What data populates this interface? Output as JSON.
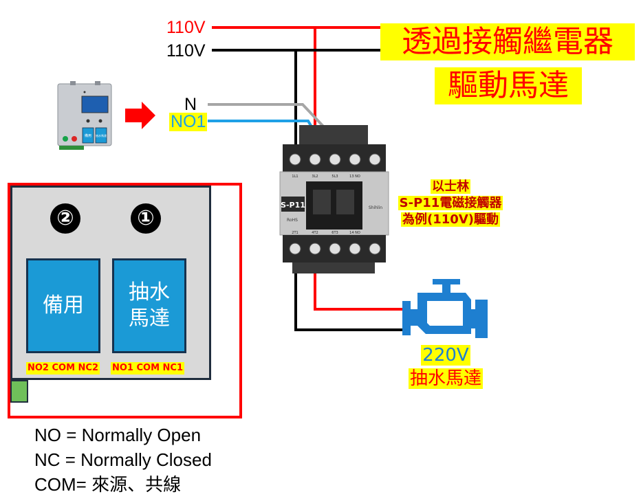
{
  "wires": {
    "red_110v": "110V",
    "black_110v": "110V",
    "n": "N",
    "no1": "NO1"
  },
  "title": {
    "line1": "透過接觸繼電器",
    "line2": "驅動馬達"
  },
  "contactor": {
    "label_line1": "以士林",
    "label_line2": "S-P11電磁接觸器",
    "label_line3": "為例(110V)驅動",
    "model_plate": "S-P11",
    "brand_plate": "Shihlin",
    "rohs": "RoHS",
    "top_terminals": [
      "1L1",
      "3L2",
      "5L3",
      "13 NO"
    ],
    "bottom_terminals": [
      "2T1",
      "4T2",
      "6T3",
      "14 NO"
    ]
  },
  "controller": {
    "button_left": "備用",
    "button_right": "抽水馬達",
    "relay2_line1": "備用",
    "relay1_line1": "抽水",
    "relay1_line2": "馬達",
    "relay2_number": "②",
    "relay1_number": "①",
    "relay2_terminals": "NO2 COM NC2",
    "relay1_terminals": "NO1 COM NC1"
  },
  "motor": {
    "voltage": "220V",
    "name": "抽水馬達"
  },
  "legend": {
    "no": "NO = Normally Open",
    "nc": "NC = Normally Closed",
    "com": "COM= 來源、共線"
  },
  "colors": {
    "live_red": "#ff0000",
    "live_black": "#000000",
    "neutral_gray": "#a6a6a6",
    "signal_blue": "#1ea0e6",
    "highlight": "#ffff00",
    "relay_blue": "#1b9ad6",
    "motor_blue": "#1e7fd0"
  }
}
